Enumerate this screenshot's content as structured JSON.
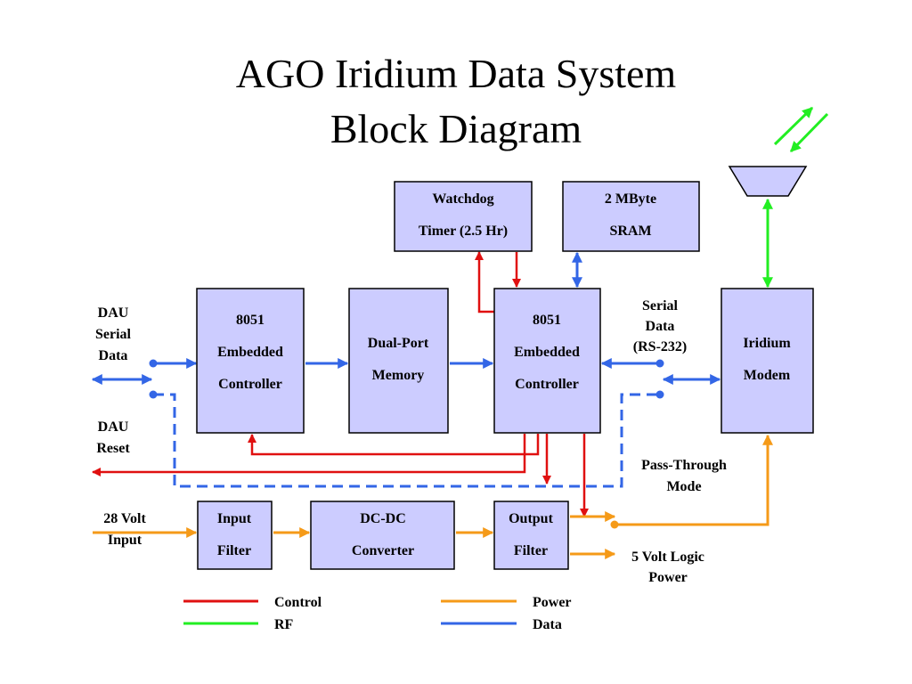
{
  "title": {
    "line1": "AGO Iridium Data System",
    "line2": "Block Diagram"
  },
  "blocks": {
    "watchdog": [
      "Watchdog",
      "Timer (2.5 Hr)"
    ],
    "sram": [
      "2 MByte",
      "SRAM"
    ],
    "ctrl1": [
      "8051",
      "Embedded",
      "Controller"
    ],
    "dualport": [
      "Dual-Port",
      "Memory"
    ],
    "ctrl2": [
      "8051",
      "Embedded",
      "Controller"
    ],
    "modem": [
      "Iridium",
      "Modem"
    ],
    "input_filter": [
      "Input",
      "Filter"
    ],
    "dcdc": [
      "DC-DC",
      "Converter"
    ],
    "output_filter": [
      "Output",
      "Filter"
    ]
  },
  "labels": {
    "dau_serial": [
      "DAU",
      "Serial",
      "Data"
    ],
    "dau_reset": [
      "DAU",
      "Reset"
    ],
    "serial_rs232": [
      "Serial",
      "Data",
      "(RS-232)"
    ],
    "pass_through": [
      "Pass-Through",
      "Mode"
    ],
    "volt28": [
      "28 Volt",
      "Input"
    ],
    "logic5": [
      "5 Volt Logic",
      "Power"
    ]
  },
  "legend": {
    "control": "Control",
    "rf": "RF",
    "power": "Power",
    "data": "Data"
  },
  "colors": {
    "control": "#e01010",
    "rf": "#22ee22",
    "power": "#f59a18",
    "data": "#3366e6",
    "block_fill": "#ccccff"
  }
}
